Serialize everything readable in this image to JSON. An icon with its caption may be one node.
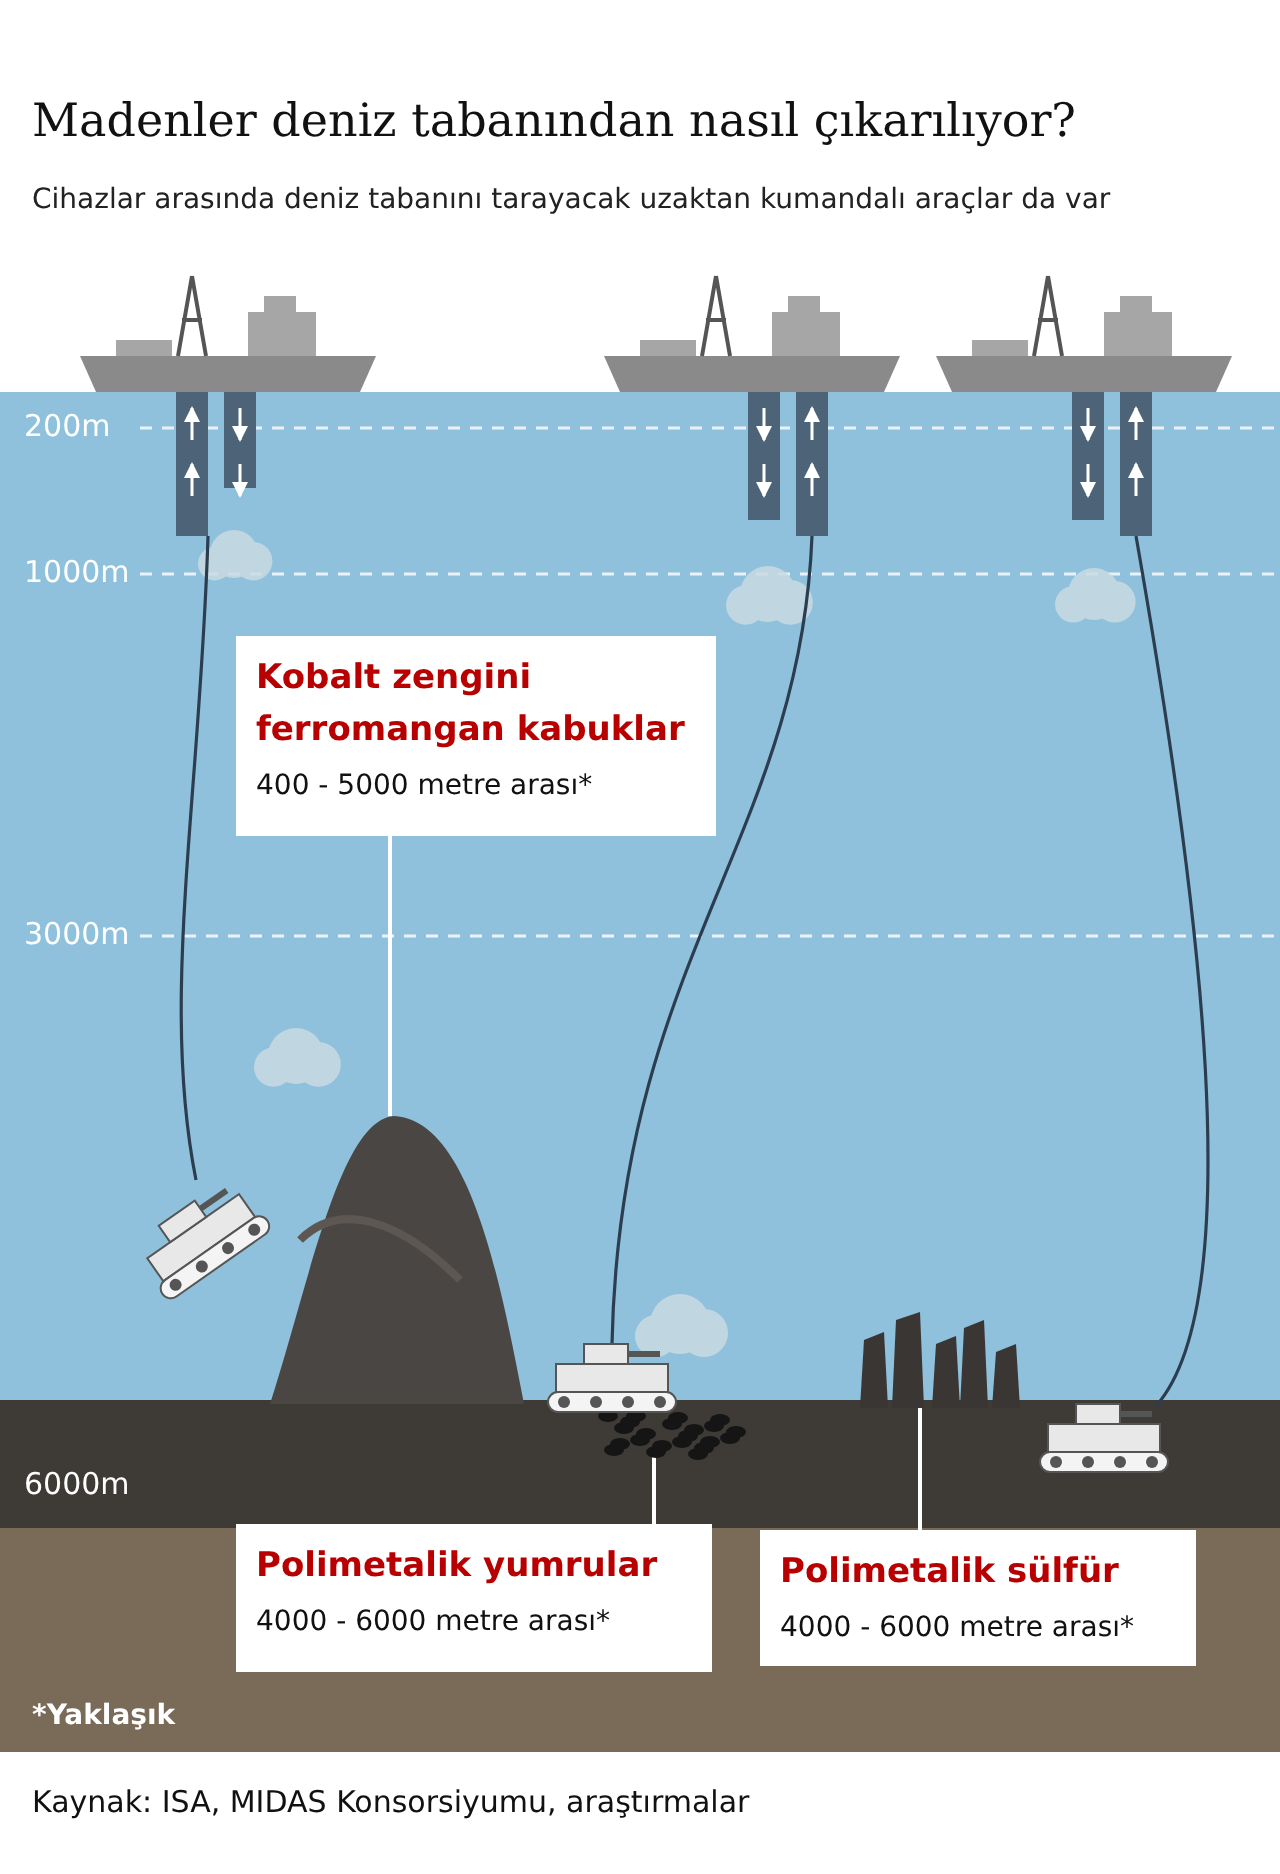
{
  "diagram": {
    "title": "Madenler deniz tabanından nasıl çıkarılıyor?",
    "caption": "Kaynak: ISA, MIDAS Konsorsiyumu, araştırmalar",
    "nodes": [
      {
        "text": [
          "Kobalt zengini ferromangan kabuklar",
          "400 - 5000 metre arası*"
        ]
      },
      {
        "text": [],
        "shape": "picture"
      },
      {
        "text": [
          "Polimetalik yumrular",
          "4000 - 6000 metre arası*"
        ]
      },
      {
        "text": [],
        "shape": "picture"
      },
      {
        "text": [
          "Polimetalik sülfür",
          "4000 - 6000 metre arası*"
        ]
      },
      {
        "text": [],
        "shape": "picture"
      },
      {
        "text": [],
        "shape": "picture"
      },
      {
        "text": [],
        "shape": "picture"
      },
      {
        "text": [],
        "shape": "picture"
      },
      {
        "text": [],
        "shape": "picture"
      },
      {
        "text": [],
        "shape": "picture"
      },
      {
        "text": [],
        "shape": "picture"
      }
    ],
    "edges": [
      {
        "from": 0,
        "to": 1,
        "arrow": "none",
        "color": "#ffffff"
      },
      {
        "from": 2,
        "to": 3,
        "arrow": "none",
        "color": "#ffffff"
      },
      {
        "from": 4,
        "to": 5,
        "arrow": "none",
        "color": "#ffffff"
      },
      {
        "from": 6,
        "to": 9,
        "arrow": "none",
        "color": "#2b3d4f"
      },
      {
        "from": 7,
        "to": 10,
        "arrow": "none",
        "color": "#2b3d4f"
      },
      {
        "from": 8,
        "to": 11,
        "arrow": "none",
        "color": "#2b3d4f"
      }
    ],
    "labels": [
      "Cihazlar arasında deniz tabanını tarayacak uzaktan kumandalı araçlar da var",
      "200m",
      "1000m",
      "3000m",
      "6000m",
      "*Yaklaşık"
    ]
  }
}
